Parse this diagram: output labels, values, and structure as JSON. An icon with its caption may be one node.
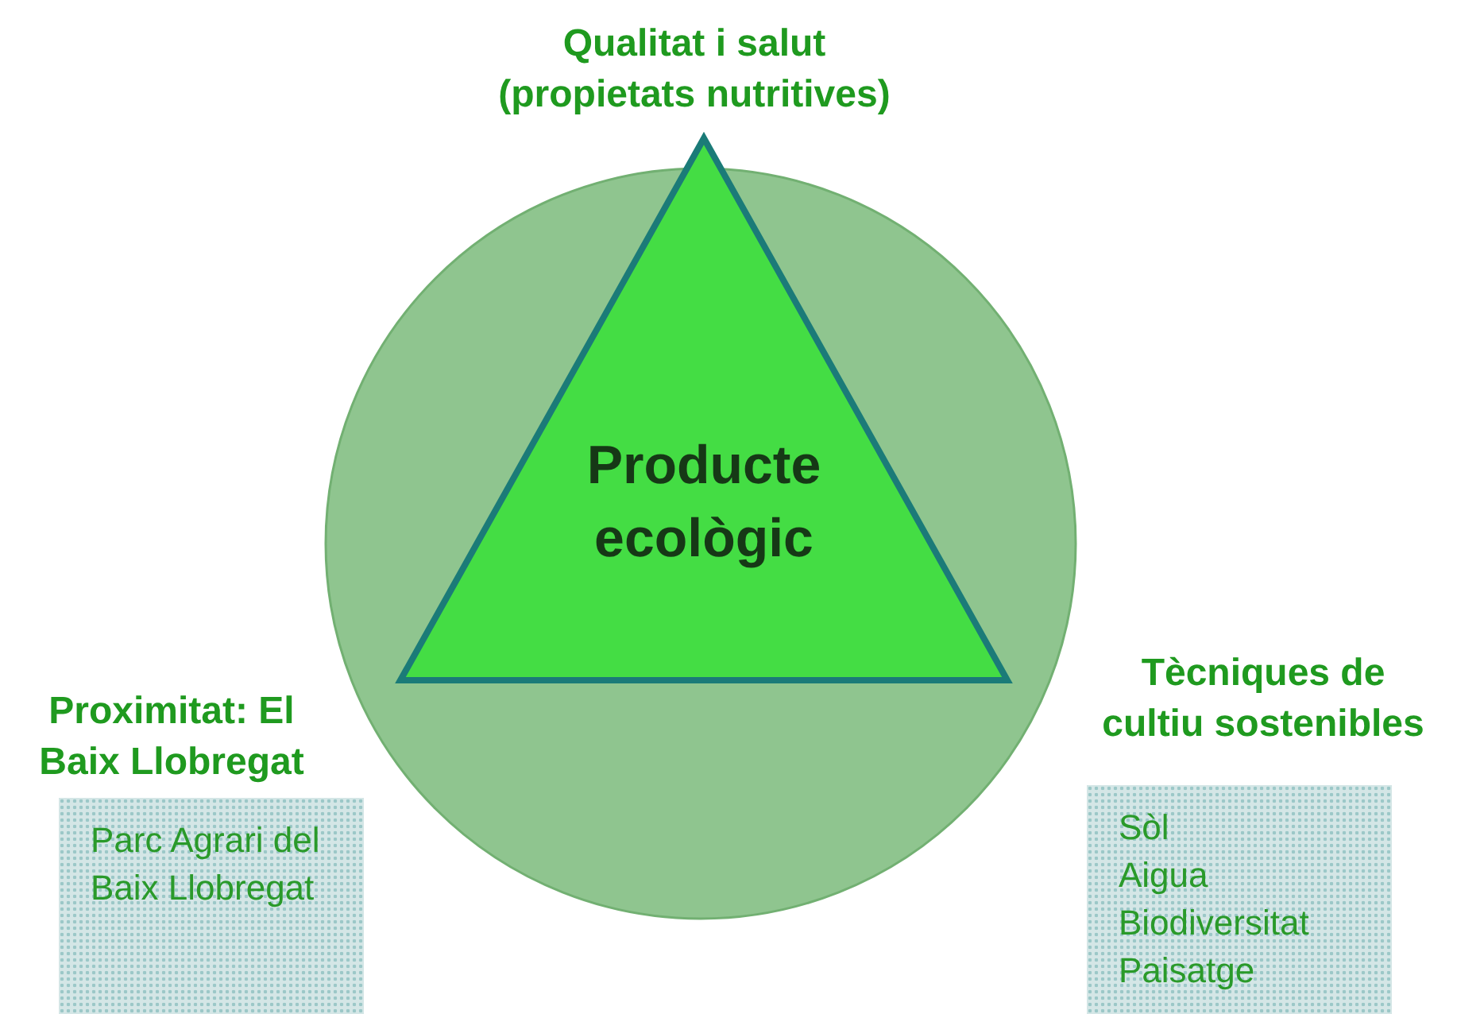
{
  "diagram": {
    "nodes": [
      {
        "text": [],
        "shape": "circle"
      },
      {
        "text": [
          "Producte ecològic"
        ],
        "in": 0
      },
      {
        "text": [
          "Parc Agrari del Baix Llobregat"
        ]
      },
      {
        "text": [
          "Sòl",
          "Aigua",
          "Biodiversitat",
          "Paisatge"
        ]
      }
    ],
    "labels": [
      "Qualitat i salut (propietats nutritives)",
      "Proximitat: El Baix Llobregat",
      "Tècniques de cultiu sostenibles"
    ]
  }
}
